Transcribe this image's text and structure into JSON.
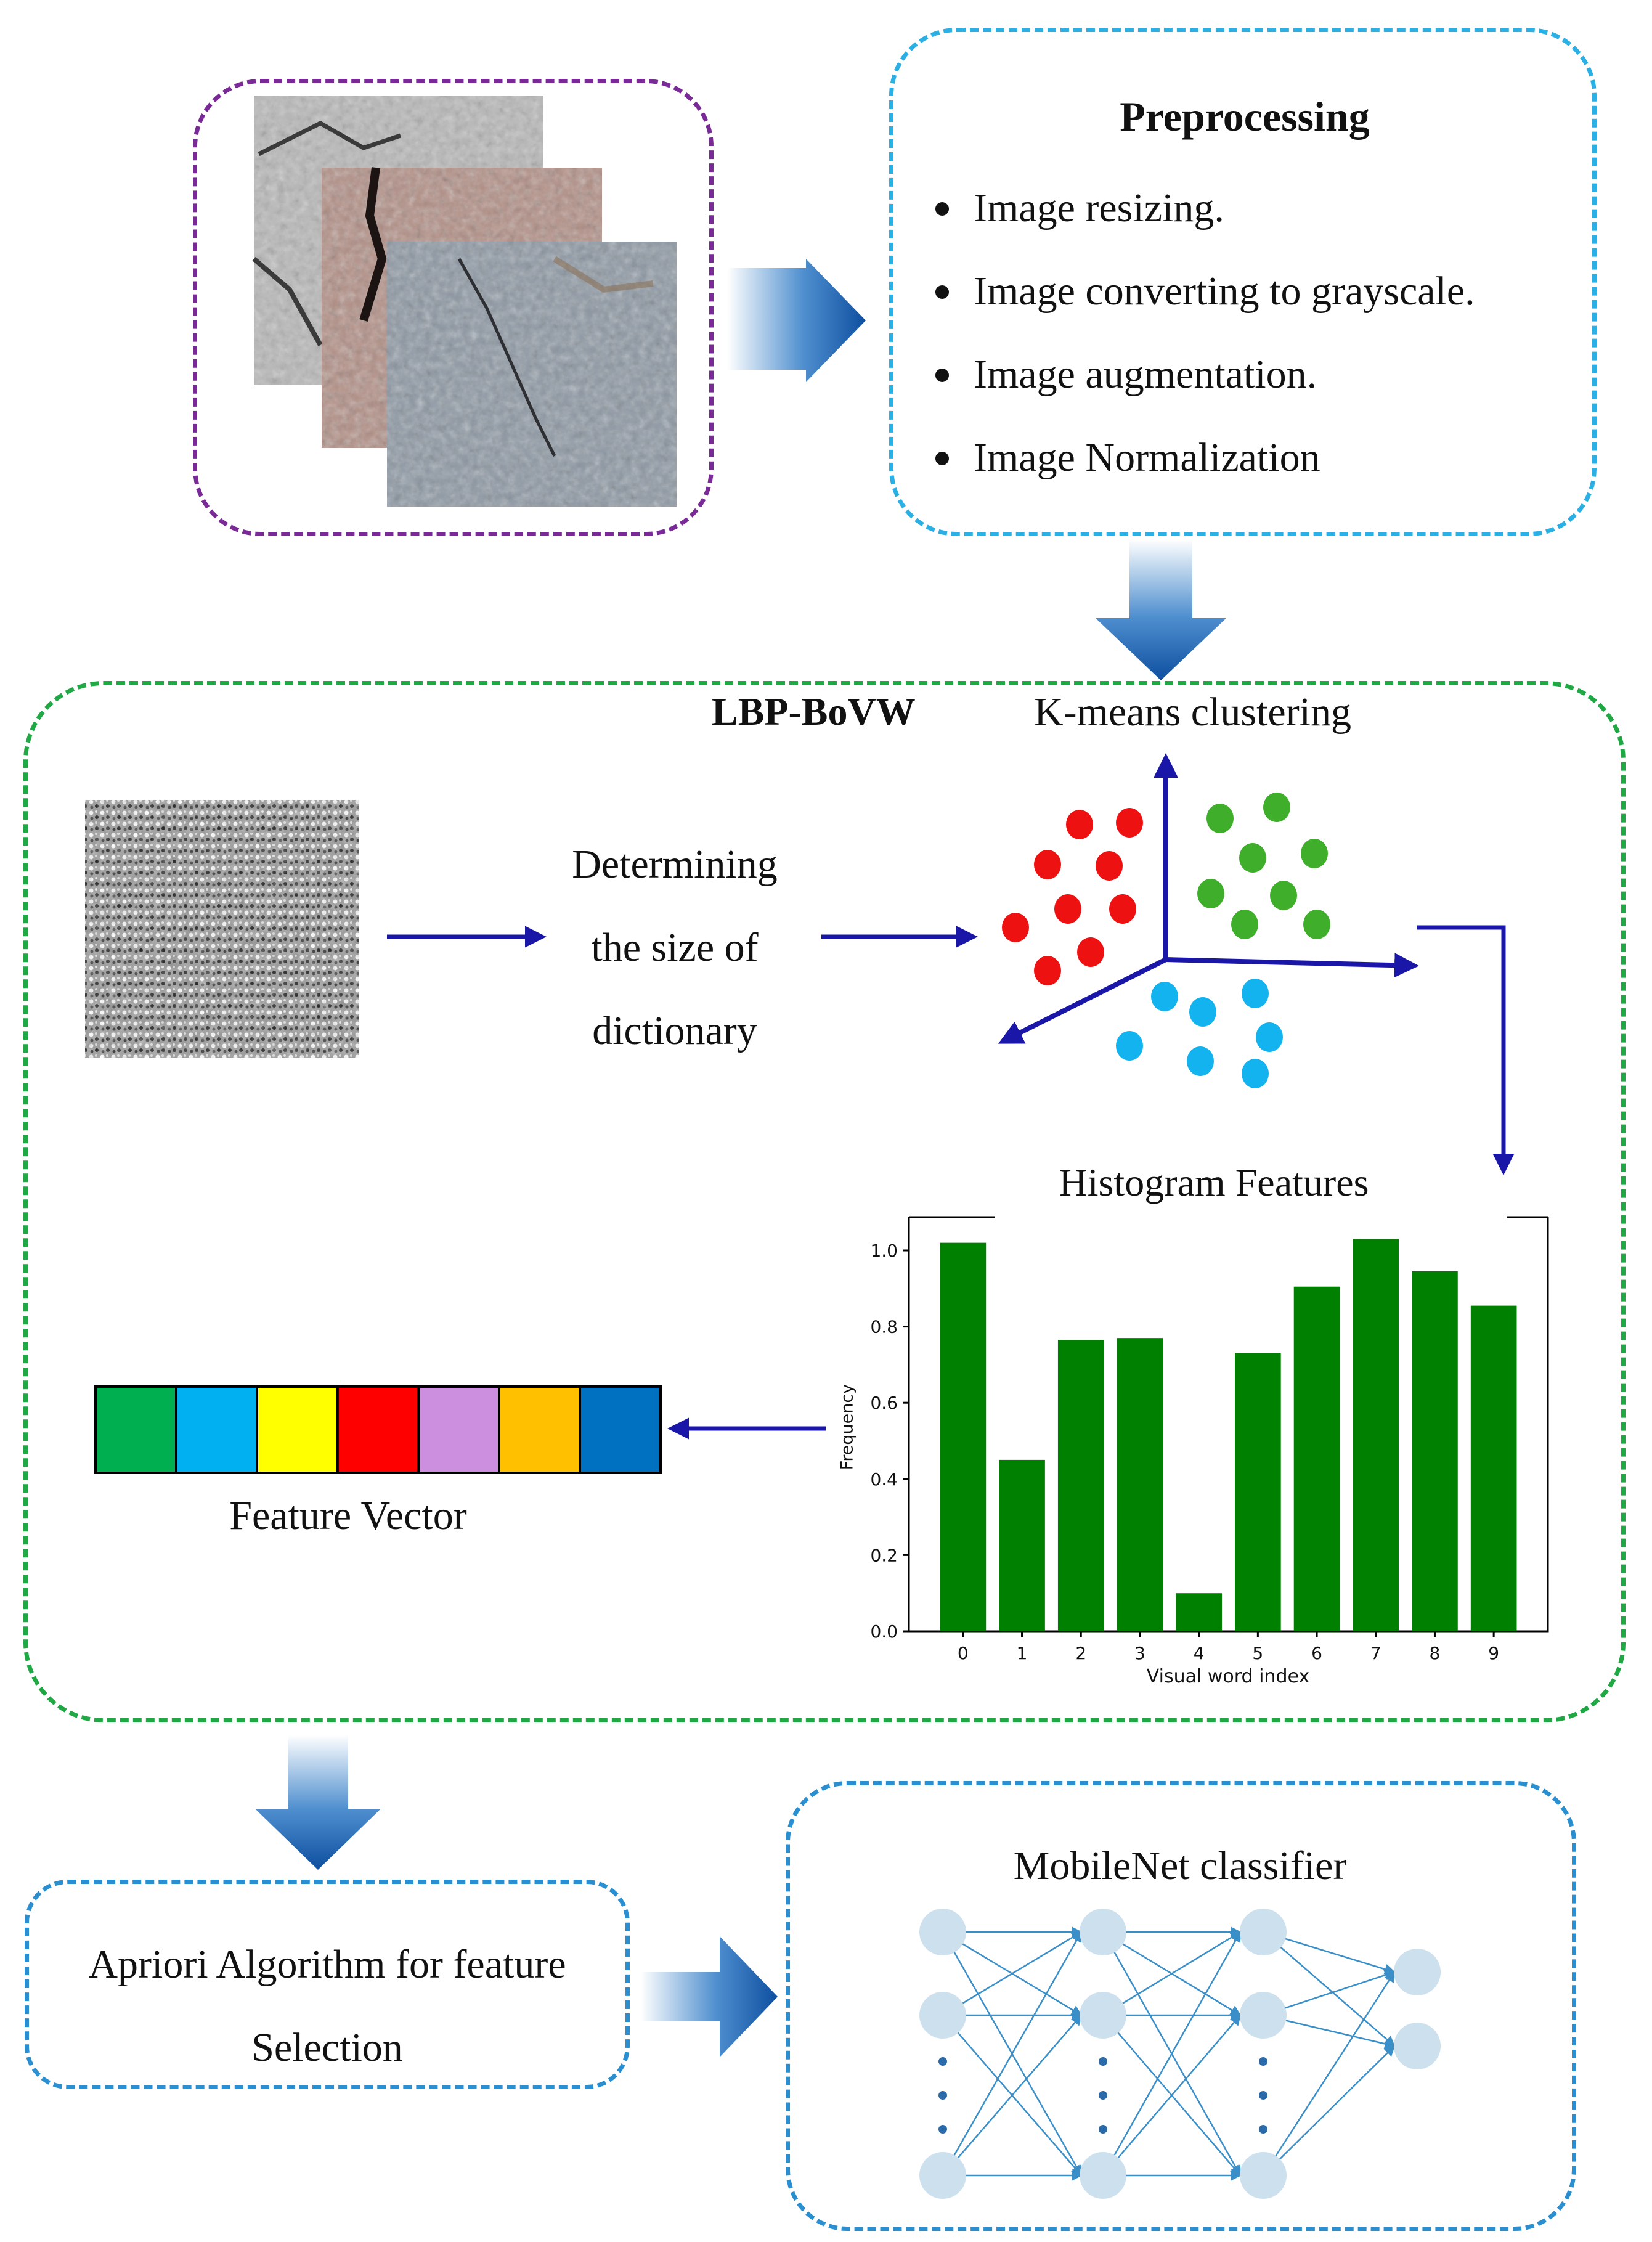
{
  "preprocessing": {
    "title": "Preprocessing",
    "items": [
      "Image resizing.",
      "Image converting to grayscale.",
      "Image augmentation.",
      "Image Normalization"
    ]
  },
  "lbp": {
    "title": "LBP-BoVW",
    "kmeans_label": "K-means clustering",
    "dictionary_lines": [
      "Determining",
      "the size of",
      "dictionary"
    ],
    "histogram_title": "Histogram Features",
    "feature_vector_label": "Feature Vector",
    "feature_vector_colors": [
      "#00b050",
      "#00b0f0",
      "#ffff00",
      "#ff0000",
      "#cc8fe0",
      "#ffc000",
      "#0070c0"
    ],
    "cluster_colors": {
      "red": "#ee1111",
      "green": "#3fae2a",
      "blue": "#12b3ee"
    }
  },
  "apriori": {
    "lines": [
      "Apriori Algorithm for feature",
      "Selection"
    ]
  },
  "mobilenet": {
    "title": "MobileNet classifier"
  },
  "colors": {
    "input_border": "#7a2a96",
    "preprocess_border": "#2ab0e4",
    "lbp_border": "#1fa843",
    "bottom_border": "#2a8fd0",
    "flow_arrow": "#1a16a8",
    "bar": "#008000",
    "node": "#cde0ee",
    "edge": "#3a8fc8"
  },
  "chart_data": {
    "type": "bar",
    "title": "",
    "xlabel": "Visual word index",
    "ylabel": "Frequency",
    "categories": [
      "0",
      "1",
      "2",
      "3",
      "4",
      "5",
      "6",
      "7",
      "8",
      "9"
    ],
    "values": [
      1.02,
      0.45,
      0.765,
      0.77,
      0.1,
      0.73,
      0.905,
      1.03,
      0.945,
      0.855
    ],
    "ylim": [
      0,
      1.07
    ],
    "yticks": [
      "0.0",
      "0.2",
      "0.4",
      "0.6",
      "0.8",
      "1.0"
    ],
    "grid": false
  }
}
